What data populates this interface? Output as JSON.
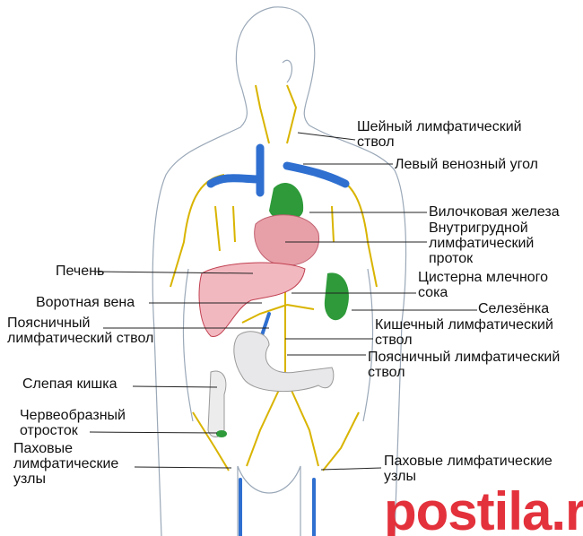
{
  "labels": {
    "cervical_trunk": [
      "Шейный лимфатический",
      "ствол"
    ],
    "left_venous_angle": "Левый венозный угол",
    "thymus": "Вилочковая железа",
    "thoracic_duct": [
      "Внутригрудной",
      "лимфатический",
      "проток"
    ],
    "liver": "Печень",
    "cisterna_chyli": [
      "Цистерна млечного",
      "сока"
    ],
    "portal_vein": "Воротная вена",
    "spleen": "Селезёнка",
    "intestinal_trunk": [
      "Кишечный лимфатический",
      "ствол"
    ],
    "lumbar_trunk_left": [
      "Поясничный",
      "лимфатический ствол"
    ],
    "lumbar_trunk_right": [
      "Поясничный лимфатический",
      "ствол"
    ],
    "cecum": "Слепая кишка",
    "appendix": [
      "Червеобразный",
      "отросток"
    ],
    "inguinal_nodes_left": [
      "Паховые",
      "лимфатические",
      "узлы"
    ],
    "inguinal_nodes_right": [
      "Паховые лимфатические",
      "узлы"
    ]
  },
  "watermark": "postila.ru",
  "colors": {
    "lymph": "#d9b400",
    "vein": "#2f6fd0",
    "thymus": "#2e9a3a",
    "heart": "#e8a0a8",
    "liver": "#e07080",
    "watermark": "#e3323c"
  }
}
